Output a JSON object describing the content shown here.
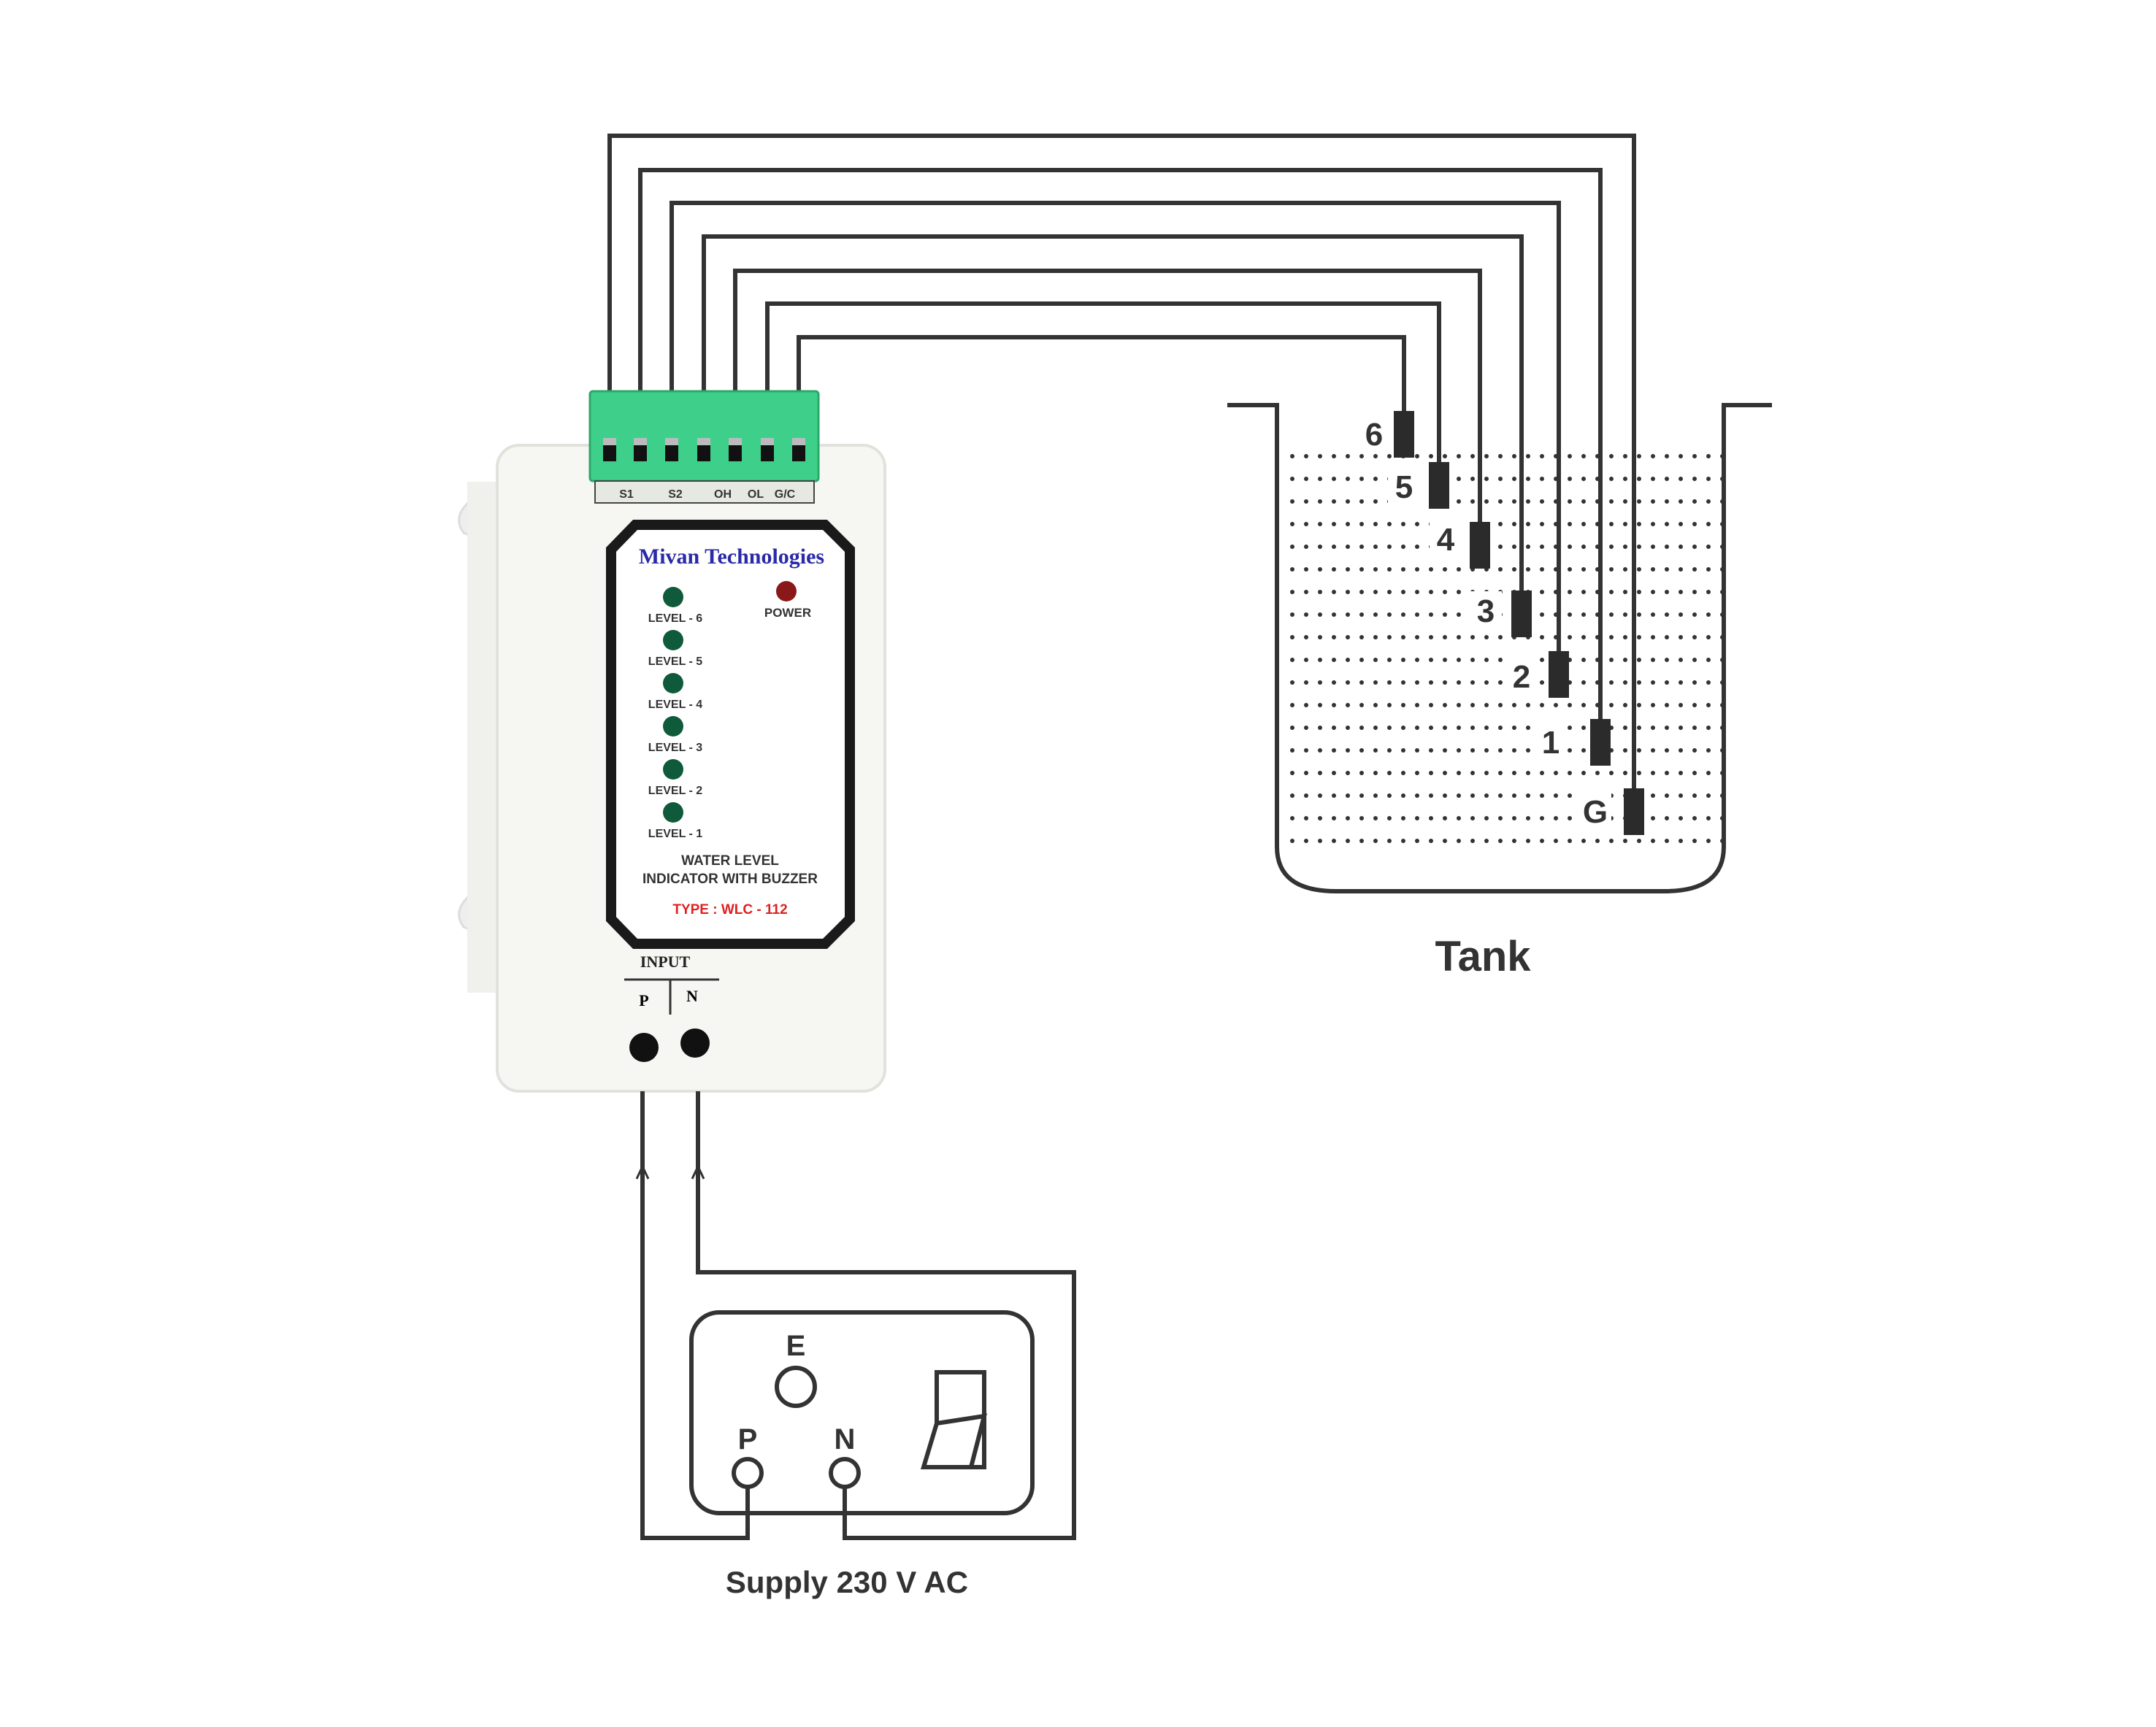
{
  "device": {
    "brand": "Mivan Technologies",
    "levels": [
      "LEVEL - 6",
      "LEVEL - 5",
      "LEVEL - 4",
      "LEVEL - 3",
      "LEVEL - 2",
      "LEVEL - 1"
    ],
    "power_label": "POWER",
    "product_line1": "WATER LEVEL",
    "product_line2": "INDICATOR WITH BUZZER",
    "type_label": "TYPE : WLC - 112",
    "input_label": "INPUT",
    "input_p": "P",
    "input_n": "N",
    "terminal_labels": [
      "S1",
      "S2",
      "OH",
      "OL",
      "G/C"
    ],
    "colors": {
      "brand": "#2a2aa8",
      "type": "#e02020",
      "terminal": "#3ed08a",
      "led": "#0f5a3a",
      "power_led": "#8a1818"
    }
  },
  "tank": {
    "label": "Tank",
    "probes": [
      "6",
      "5",
      "4",
      "3",
      "2",
      "1",
      "G"
    ]
  },
  "supply": {
    "label": "Supply 230 V AC",
    "earth": "E",
    "phase": "P",
    "neutral": "N"
  }
}
